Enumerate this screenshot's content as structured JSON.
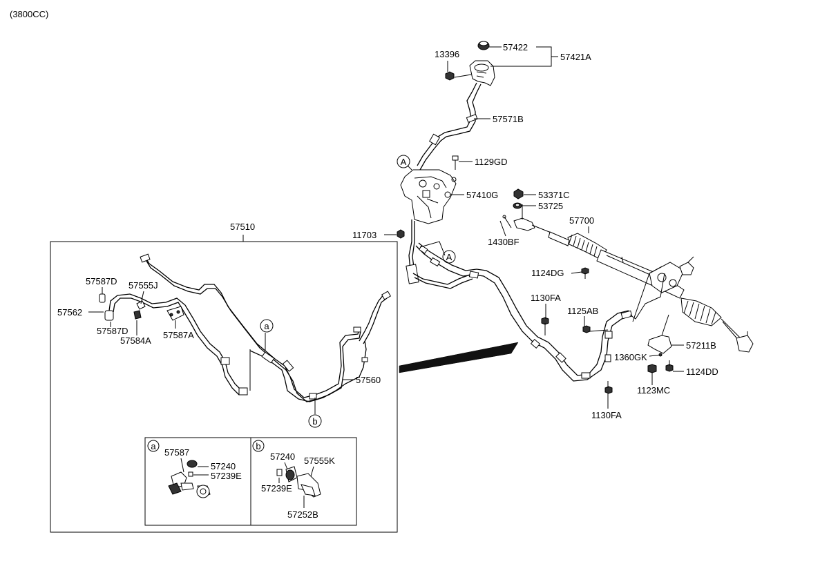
{
  "engine": "(3800CC)",
  "callouts": {
    "a": "a",
    "b": "b",
    "A": "A"
  },
  "labels": {
    "p57422": "57422",
    "p57421A": "57421A",
    "p13396": "13396",
    "p57571B": "57571B",
    "p1129GD": "1129GD",
    "p57410G": "57410G",
    "p53371C": "53371C",
    "p53725": "53725",
    "p57700": "57700",
    "p1430BF": "1430BF",
    "p11703": "11703",
    "p57510": "57510",
    "p1124DG": "1124DG",
    "p1130FA_top": "1130FA",
    "p1125AB": "1125AB",
    "p57211B": "57211B",
    "p1360GK": "1360GK",
    "p1124DD": "1124DD",
    "p1123MC": "1123MC",
    "p1130FA_bot": "1130FA",
    "p57587D_top": "57587D",
    "p57555J": "57555J",
    "p57562": "57562",
    "p57587D_bot": "57587D",
    "p57584A": "57584A",
    "p57587A": "57587A",
    "p57560": "57560",
    "a_57587": "57587",
    "a_57240": "57240",
    "a_57239E": "57239E",
    "b_57240": "57240",
    "b_57555K": "57555K",
    "b_57239E": "57239E",
    "b_57252B": "57252B"
  }
}
